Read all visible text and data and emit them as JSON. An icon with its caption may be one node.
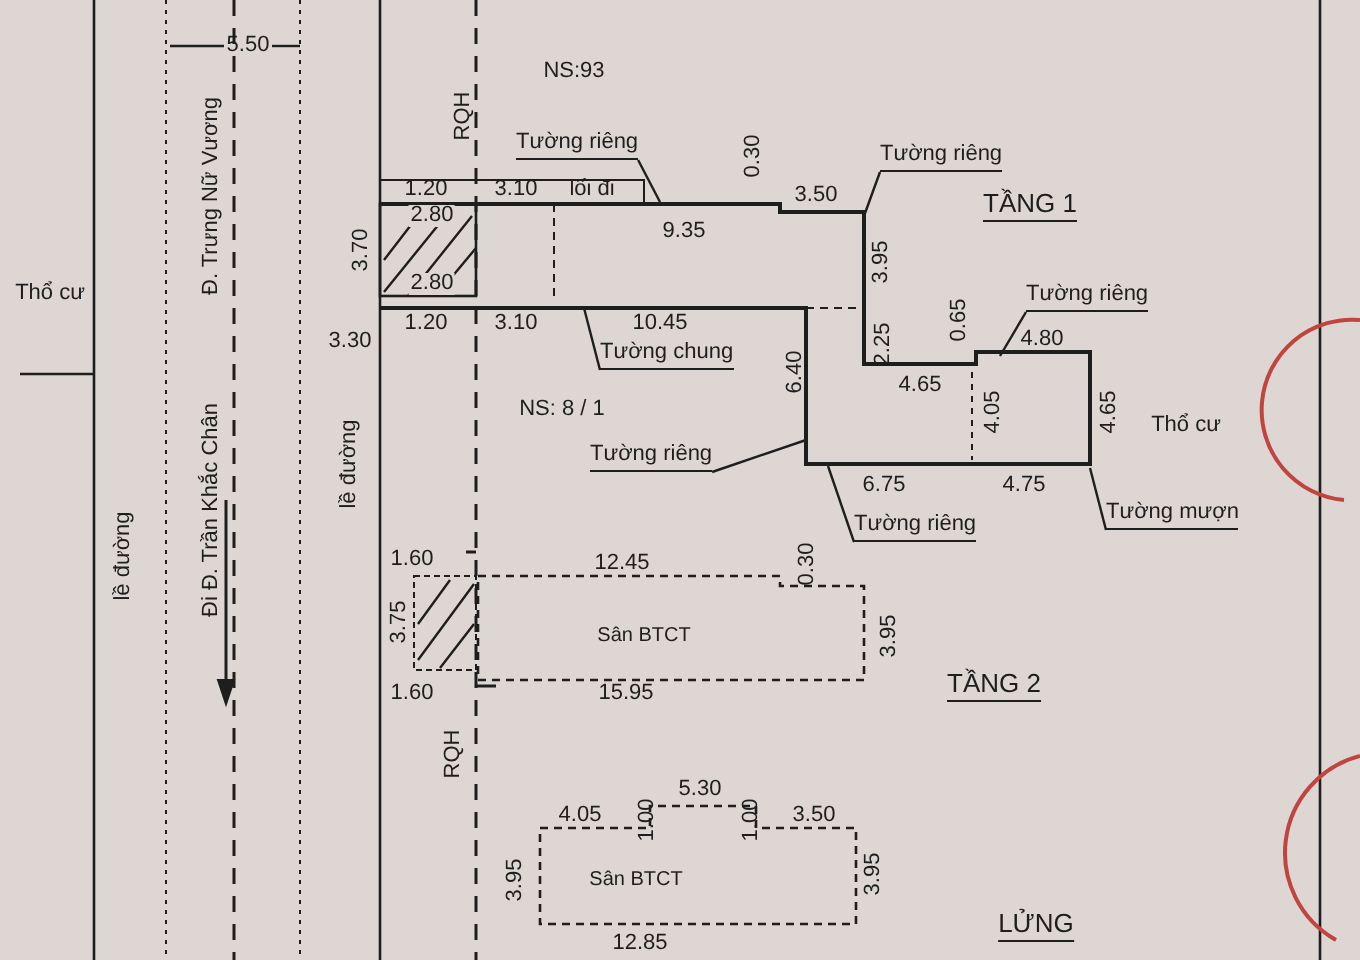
{
  "diagram": {
    "nodes": [
      {
        "text": [
          "Tường riêng"
        ]
      },
      {
        "text": [
          "Tường riêng"
        ]
      },
      {
        "text": [
          "Tường riêng"
        ]
      },
      {
        "text": [
          "Tường chung"
        ]
      },
      {
        "text": [
          "Tường riêng"
        ]
      },
      {
        "text": [
          "Tường mượn"
        ]
      },
      {
        "text": [
          "Tường riêng"
        ]
      },
      {
        "text": [
          "Sân BTCT"
        ]
      },
      {
        "text": [
          "Sân BTCT"
        ]
      }
    ],
    "edges": [
      {
        "from": 0,
        "to": null,
        "arrow": "none"
      },
      {
        "from": 1,
        "to": null,
        "arrow": "none"
      },
      {
        "from": 2,
        "to": null,
        "arrow": "none"
      },
      {
        "from": 3,
        "to": null,
        "arrow": "none"
      },
      {
        "from": 4,
        "to": null,
        "arrow": "none"
      },
      {
        "from": 5,
        "to": null,
        "arrow": "none"
      },
      {
        "from": 6,
        "to": null,
        "arrow": "none"
      }
    ],
    "labels": [
      "5.50",
      "NS:93",
      "RQH",
      "Đ. Trưng Nữ Vương",
      "Thổ cư",
      "1.20",
      "3.10",
      "lối đi",
      "0.30",
      "3.50",
      "9.35",
      "TẦNG 1",
      "3.70",
      "2.80",
      "2.80",
      "1.20",
      "3.10",
      "10.45",
      "3.30",
      "3.95",
      "2.25",
      "0.65",
      "4.80",
      "4.65",
      "4.05",
      "4.65",
      "Thổ cư",
      "NS: 8 / 1",
      "6.40",
      "lề đường",
      "Đi Đ. Trần Khắc Chân",
      "lề đường",
      "6.75",
      "4.75",
      "1.60",
      "12.45",
      "0.30",
      "3.75",
      "3.95",
      "TẦNG 2",
      "1.60",
      "15.95",
      "RQH",
      "5.30",
      "4.05",
      "1.00",
      "1.00",
      "3.50",
      "3.95",
      "3.95",
      "LỬNG",
      "12.85"
    ]
  }
}
